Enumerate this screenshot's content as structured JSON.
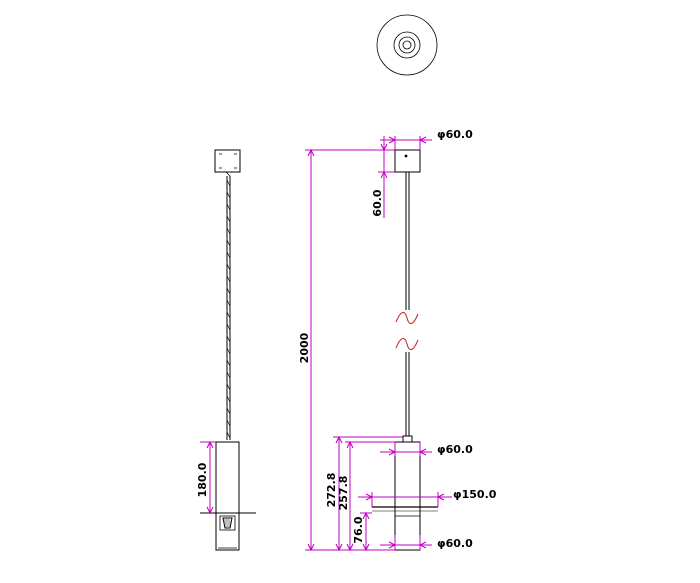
{
  "dimensions": {
    "canopy_diameter": "φ60.0",
    "canopy_height": "60.0",
    "total_height": "2000",
    "body_height_left": "180.0",
    "body_diameter_top": "φ60.0",
    "body_height_1": "272.8",
    "body_height_2": "257.8",
    "flange_diameter": "φ150.0",
    "lower_height": "76.0",
    "body_diameter_bottom": "φ60.0"
  },
  "colors": {
    "dimension_line": "#c000c0",
    "outline": "#000000",
    "break_mark": "#c03030"
  }
}
